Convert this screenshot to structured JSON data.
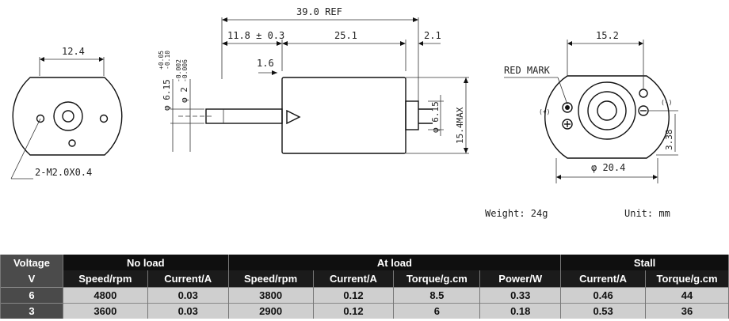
{
  "drawing": {
    "front_view": {
      "width_label": "12.4",
      "hole_label": "2-M2.0X0.4"
    },
    "side_view": {
      "overall_label": "39.0 REF",
      "shaft_label": "11.8 ± 0.3",
      "body_label": "25.1",
      "terminal_label": "2.1",
      "step_label": "1.6",
      "shaft_dia_label": "φ 6.15",
      "shaft_dia_tol_plus": "+0.05",
      "shaft_dia_tol_minus": "-0.10",
      "spindle_dia_label": "φ 2",
      "spindle_tol_plus": "-0.002",
      "spindle_tol_minus": "-0.006",
      "boss_dia_label": "φ 6.15",
      "body_dia_label": "15.4MAX"
    },
    "rear_view": {
      "width_label": "15.2",
      "red_mark_label": "RED MARK",
      "plus_label": "(+)",
      "minus_label": "(-)",
      "offset_label": "3.38",
      "dia_label": "φ 20.4"
    },
    "weight_label": "Weight: 24g",
    "unit_label": "Unit: mm"
  },
  "table": {
    "header_top": [
      "Voltage",
      "No load",
      "At load",
      "Stall"
    ],
    "header_sub": [
      "V",
      "Speed/rpm",
      "Current/A",
      "Speed/rpm",
      "Current/A",
      "Torque/g.cm",
      "Power/W",
      "Current/A",
      "Torque/g.cm"
    ],
    "rows": [
      [
        "6",
        "4800",
        "0.03",
        "3800",
        "0.12",
        "8.5",
        "0.33",
        "0.46",
        "44"
      ],
      [
        "3",
        "3600",
        "0.03",
        "2900",
        "0.12",
        "6",
        "0.18",
        "0.53",
        "36"
      ]
    ]
  }
}
